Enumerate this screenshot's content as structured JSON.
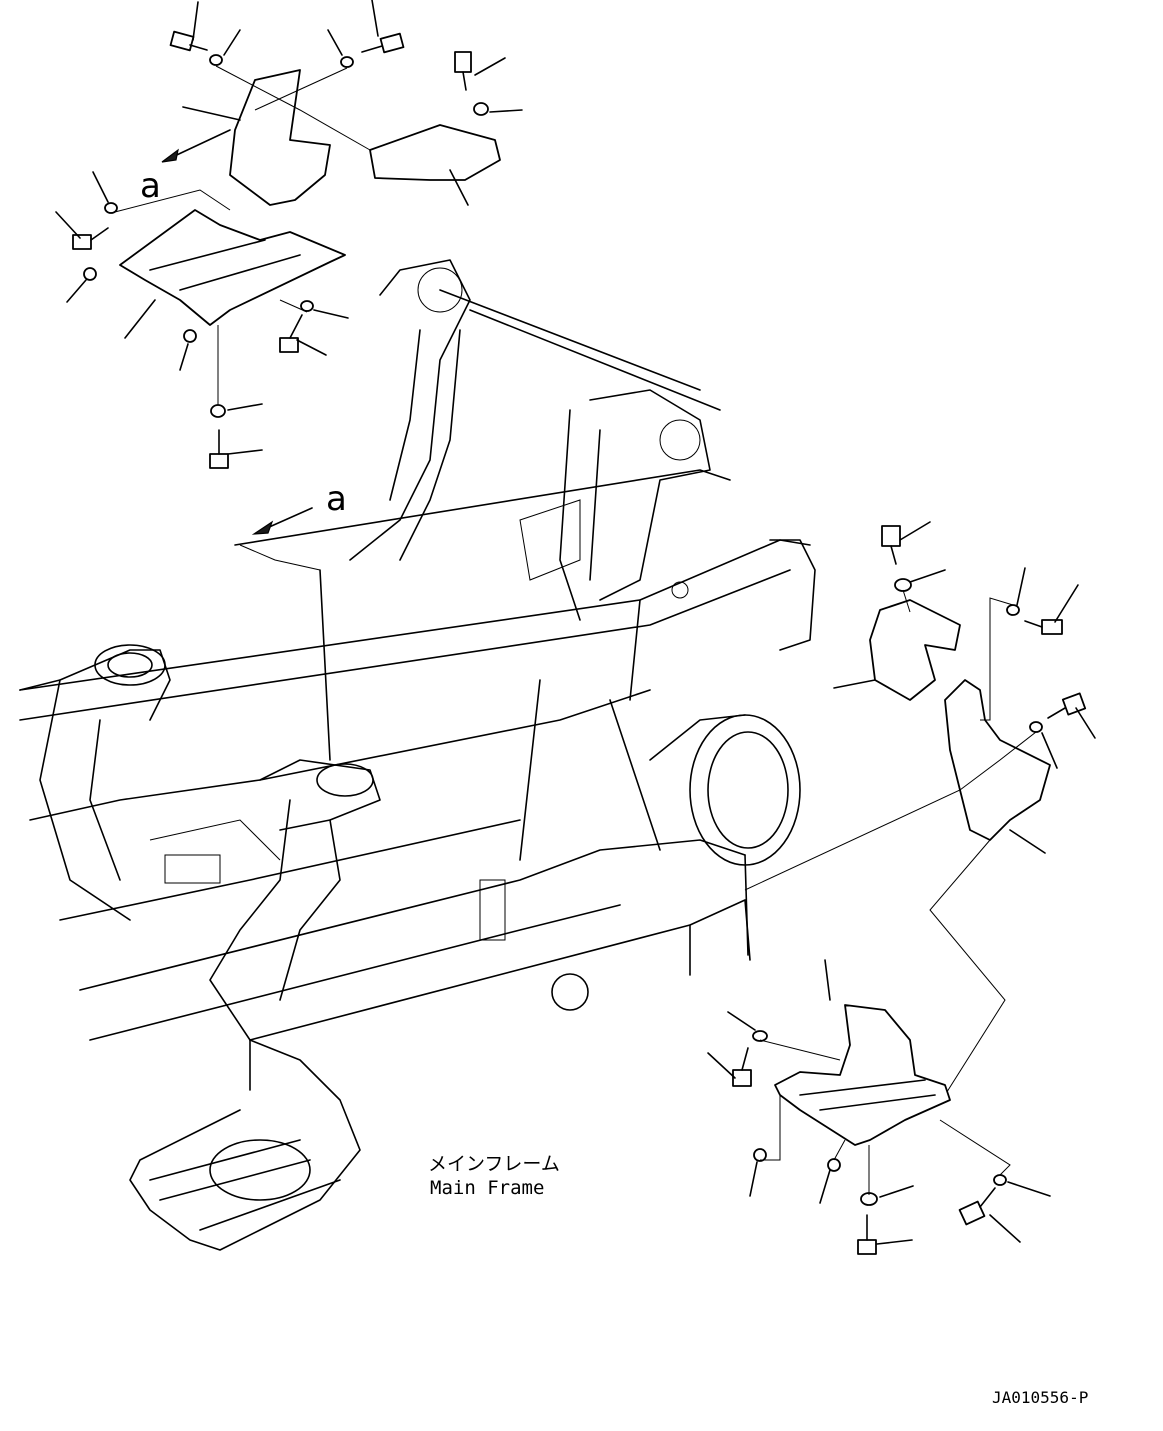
{
  "diagram": {
    "title_jp": "メインフレーム",
    "title_en": "Main Frame",
    "view_marker": "a",
    "drawing_number": "JA010556-P"
  },
  "colors": {
    "line": "#000000",
    "background": "#ffffff"
  }
}
